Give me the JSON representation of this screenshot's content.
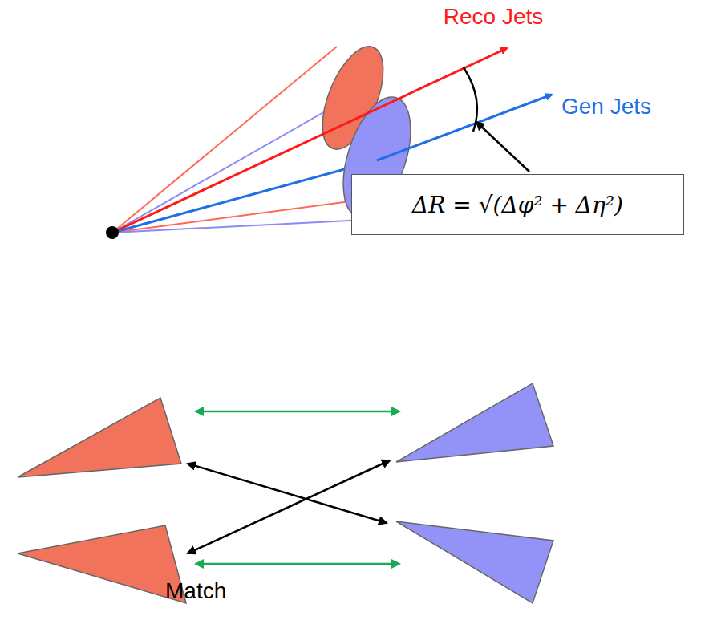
{
  "diagram": {
    "nodes": [
      {
        "text": [
          "ΔR = √(Δφ² + Δη²)"
        ]
      }
    ],
    "labels": [
      "Reco Jets",
      "Gen Jets",
      "Match"
    ]
  }
}
